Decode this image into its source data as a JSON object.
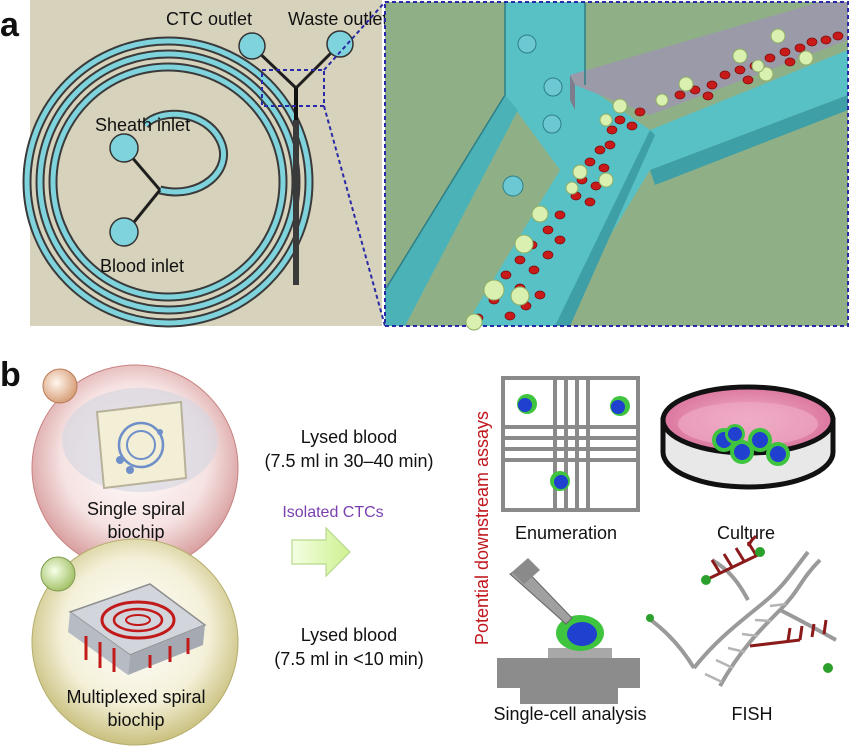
{
  "panels": {
    "a": "a",
    "b": "b"
  },
  "panel_a": {
    "ctc_outlet": "CTC outlet",
    "waste_outlet": "Waste outlet",
    "sheath_inlet": "Sheath inlet",
    "blood_inlet": "Blood inlet"
  },
  "panel_b": {
    "single_chip_line1": "Single spiral",
    "single_chip_line2": "biochip",
    "multi_chip_line1": "Multiplexed spiral",
    "multi_chip_line2": "biochip",
    "lysed1_line1": "Lysed blood",
    "lysed1_line2": "(7.5 ml in 30–40 min)",
    "lysed2_line1": "Lysed blood",
    "lysed2_line2": "(7.5 ml in <10 min)",
    "isolated": "Isolated CTCs",
    "assays_title": "Potential downstream assays",
    "assays": {
      "enumeration": "Enumeration",
      "culture": "Culture",
      "single_cell": "Single-cell analysis",
      "fish": "FISH"
    }
  },
  "colors": {
    "chip_bg": "#d6d2bb",
    "channel": "#7fd3dc",
    "channel_dark": "#3a3a3a",
    "zoom_bg": "#8fb087",
    "rbc": "#c91a1a",
    "ctc_cell": "#d9f0b0",
    "arrow": "#d8f5a8",
    "isolated_text": "#7a3fb0",
    "assays_text": "#c0181e",
    "dish_pink": "#e58fb0",
    "nucleus": "#2040d0",
    "membrane": "#3ec43e",
    "fish_probe": "#8b1a1a"
  }
}
